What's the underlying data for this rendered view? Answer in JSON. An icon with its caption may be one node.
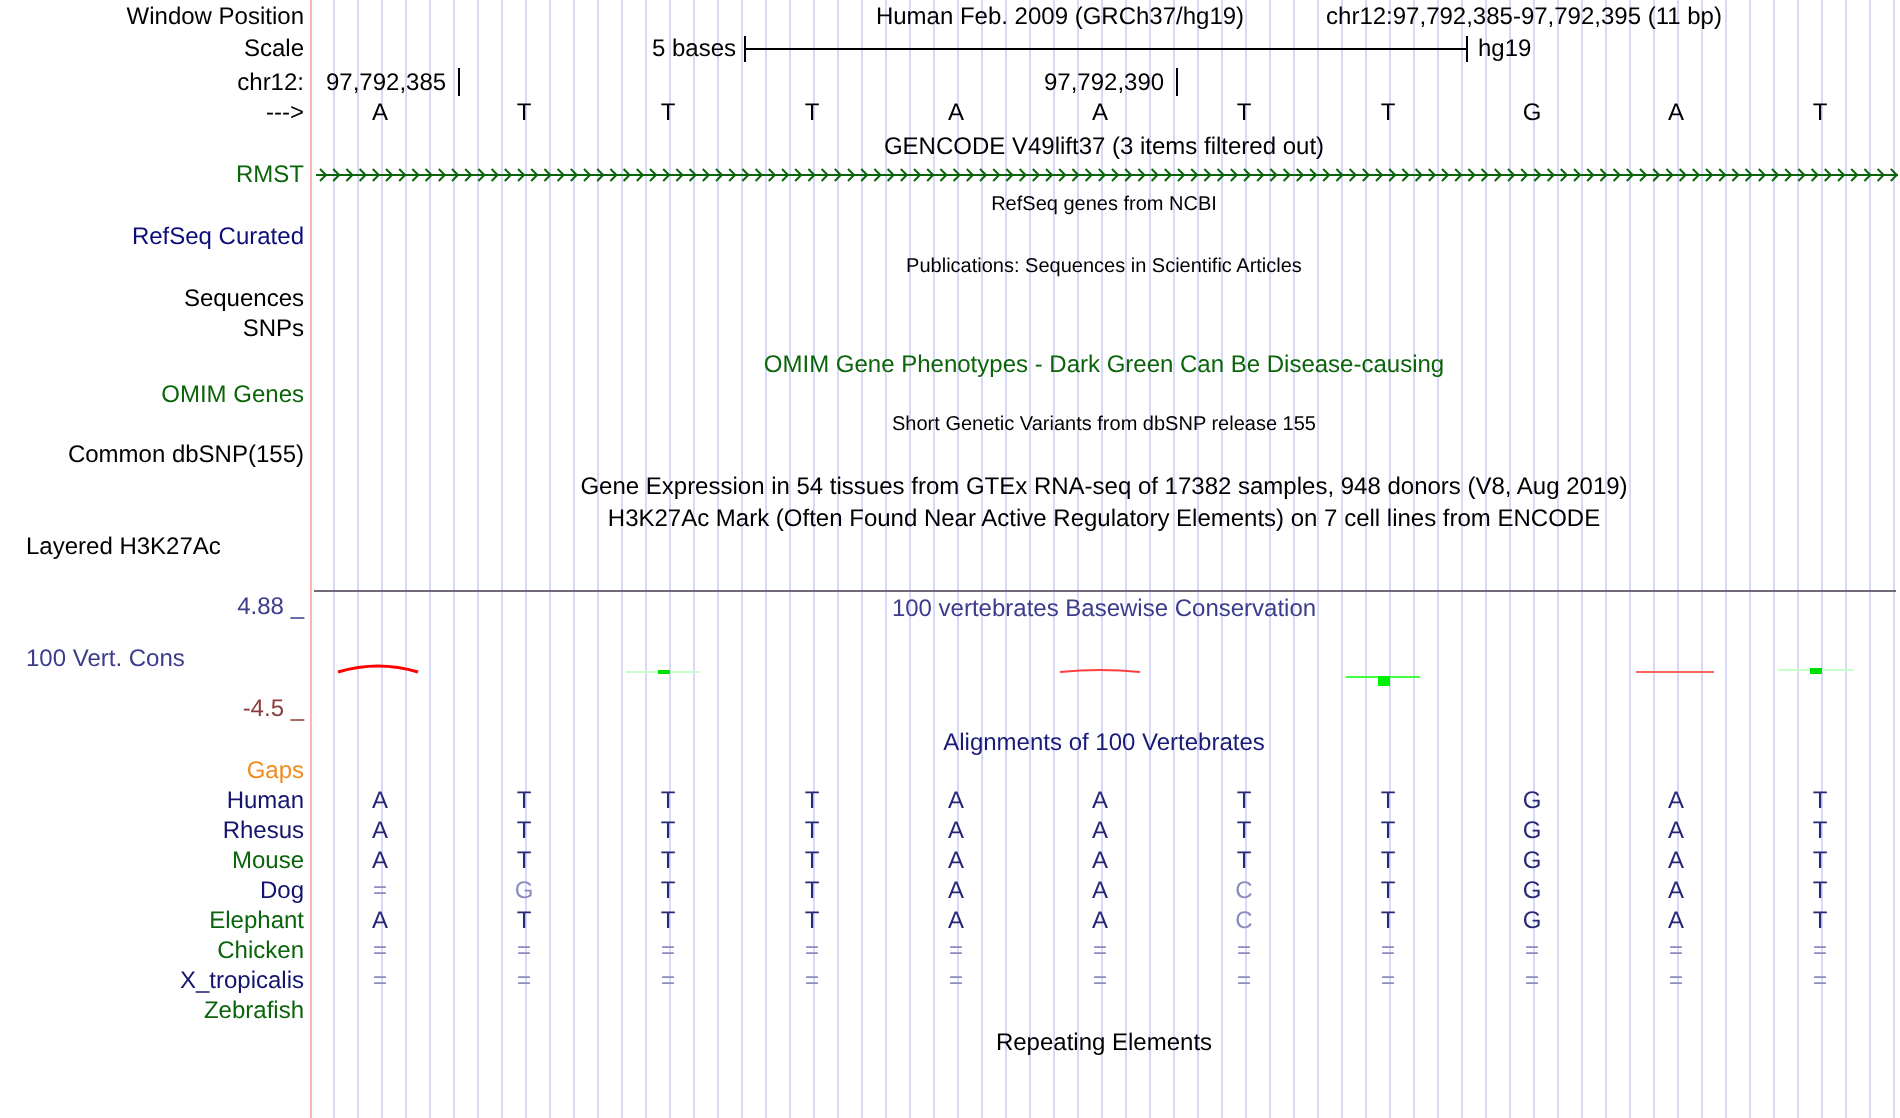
{
  "diagram": {
    "labels": [
      "Window Position",
      "Human Feb. 2009 (GRCh37/hg19)",
      "chr12:97,792,385-97,792,395 (11 bp)",
      "Scale",
      "5 bases",
      "hg19",
      "chr12:",
      "97,792,385",
      "97,792,390",
      "--->",
      "A",
      "T",
      "T",
      "T",
      "A",
      "A",
      "T",
      "T",
      "G",
      "A",
      "T",
      "GENCODE V49lift37 (3 items filtered out)",
      "RMST",
      "RefSeq genes from NCBI",
      "RefSeq Curated",
      "Publications: Sequences in Scientific Articles",
      "Sequences",
      "SNPs",
      "OMIM Gene Phenotypes - Dark Green Can Be Disease-causing",
      "OMIM Genes",
      "Short Genetic Variants from dbSNP release 155",
      "Common dbSNP(155)",
      "Gene Expression in 54 tissues from GTEx RNA-seq of 17382 samples, 948 donors (V8, Aug 2019)",
      "H3K27Ac Mark (Often Found Near Active Regulatory Elements) on 7 cell lines from ENCODE",
      "Layered H3K27Ac",
      "4.88 _",
      "100 vertebrates Basewise Conservation",
      "100 Vert. Cons",
      "-4.5 _",
      "Alignments of 100 Vertebrates",
      "Gaps",
      "Human",
      "A",
      "T",
      "T",
      "T",
      "A",
      "A",
      "T",
      "T",
      "G",
      "A",
      "T",
      "Rhesus",
      "A",
      "T",
      "T",
      "T",
      "A",
      "A",
      "T",
      "T",
      "G",
      "A",
      "T",
      "Mouse",
      "A",
      "T",
      "T",
      "T",
      "A",
      "A",
      "T",
      "T",
      "G",
      "A",
      "T",
      "Dog",
      "=",
      "G",
      "T",
      "T",
      "A",
      "A",
      "C",
      "T",
      "G",
      "A",
      "T",
      "Elephant",
      "A",
      "T",
      "T",
      "T",
      "A",
      "A",
      "C",
      "T",
      "G",
      "A",
      "T",
      "Chicken",
      "=",
      "=",
      "=",
      "=",
      "=",
      "=",
      "=",
      "=",
      "=",
      "=",
      "=",
      "X_tropicalis",
      "=",
      "=",
      "=",
      "=",
      "=",
      "=",
      "=",
      "=",
      "=",
      "=",
      "=",
      "Zebrafish",
      "Repeating Elements"
    ]
  }
}
